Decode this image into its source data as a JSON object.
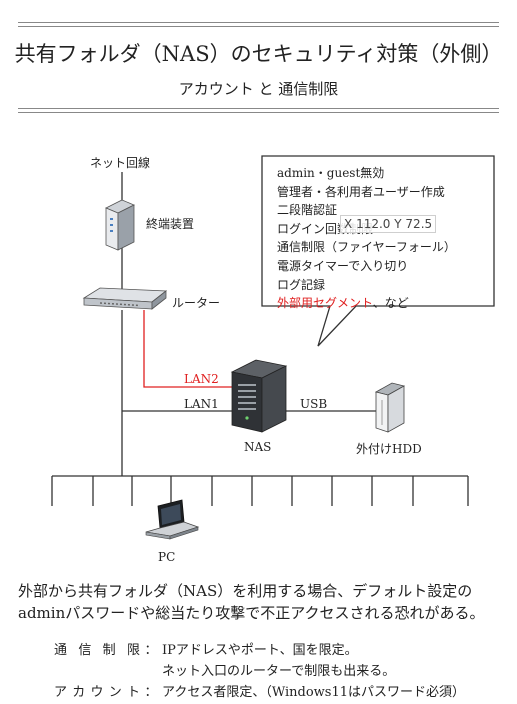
{
  "header": {
    "title": "共有フォルダ（NAS）のセキュリティ対策（外側）",
    "subtitle": "アカウント と 通信制限"
  },
  "diagram": {
    "labels": {
      "internet": "ネット回線",
      "terminal": "終端装置",
      "router": "ルーター",
      "lan2": "LAN2",
      "lan1": "LAN1",
      "usb": "USB",
      "nas": "NAS",
      "hdd": "外付けHDD",
      "pc": "PC"
    },
    "bubble": {
      "lines": [
        "admin・guest無効",
        "管理者・各利用者ユーザー作成",
        "二段階認証",
        "ログイン回数制限",
        "通信制限（ファイヤーフォール）",
        "電源タイマーで入り切り",
        "ログ記録"
      ],
      "red_text": "外部用セグメント",
      "tail_text": "、など"
    },
    "overlay": {
      "x_label": "X",
      "x_value": "112.0",
      "y_label": "Y",
      "y_value": "72.5"
    }
  },
  "description": {
    "line1": "外部から共有フォルダ（NAS）を利用する場合、デフォルト設定の",
    "line2": "adminパスワードや総当たり攻撃で不正アクセスされる恐れがある。"
  },
  "notes": {
    "comm_label": "通信制限",
    "comm_line1": "IPアドレスやポート、国を限定。",
    "comm_line2": "ネット入口のルーターで制限も出来る。",
    "account_label": "アカウント",
    "account_line": "アクセス者限定、（Windows11はパスワード必須）",
    "colon": "："
  },
  "colors": {
    "accent_red": "#e02020",
    "line": "#333333"
  }
}
